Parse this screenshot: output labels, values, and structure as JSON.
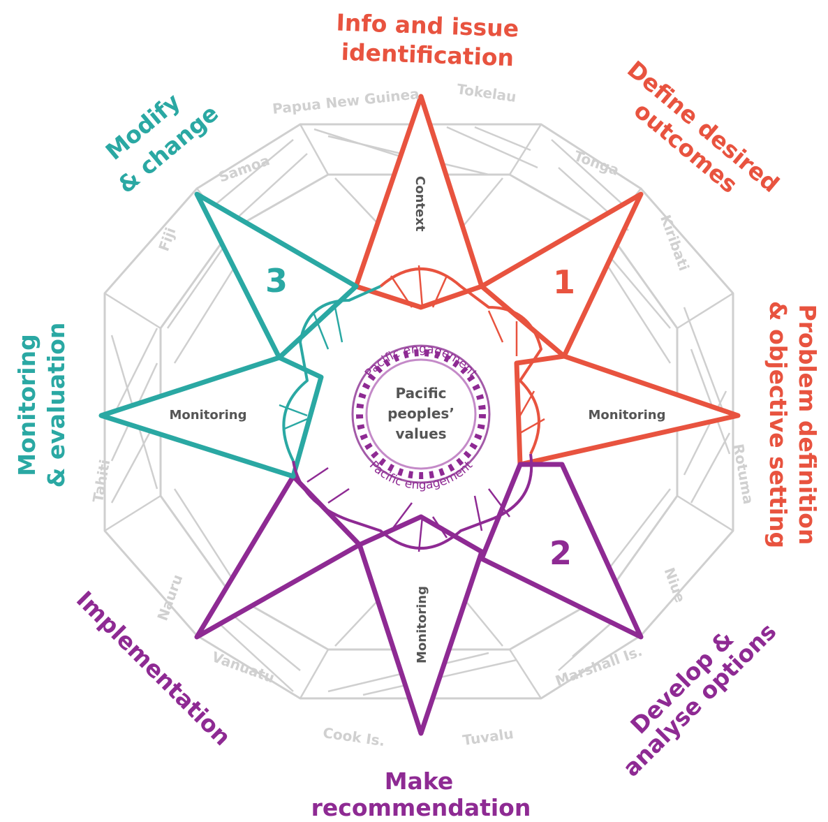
{
  "colors": {
    "red": "#e8533f",
    "purple": "#8e2a93",
    "teal": "#2aa8a3",
    "grey": "#cfcfcf",
    "text_dark": "#555555"
  },
  "stages": {
    "top": [
      "Info and issue",
      "identification"
    ],
    "top_right": [
      "Define desired",
      "outcomes"
    ],
    "right": [
      "Problem definition",
      "& objective setting"
    ],
    "bottom_right": [
      "Develop &",
      "analyse options"
    ],
    "bottom": [
      "Make",
      "recommendation"
    ],
    "bottom_left": [
      "Implementation"
    ],
    "left": [
      "Monitoring",
      "& evaluation"
    ],
    "top_left": [
      "Modify",
      "& change"
    ]
  },
  "inner_labels": {
    "context": "Context",
    "monitoring_right": "Monitoring",
    "monitoring_bottom": "Monitoring",
    "monitoring_left": "Monitoring"
  },
  "numbers": {
    "one": "1",
    "two": "2",
    "three": "3"
  },
  "center": {
    "line1": "Pacific",
    "line2": "peoples’",
    "line3": "values",
    "engagement_top": "Pacific engagement",
    "engagement_bottom": "Pacific engagement"
  },
  "countries": {
    "papua_new_guinea": "Papua New Guinea",
    "tokelau": "Tokelau",
    "tonga": "Tonga",
    "kiribati": "Kiribati",
    "rotuma": "Rotuma",
    "niue": "Niue",
    "marshall": "Marshall Is.",
    "tuvalu": "Tuvalu",
    "cook": "Cook Is.",
    "vanuatu": "Vanuatu",
    "nauru": "Nauru",
    "tahiti": "Tahiti",
    "fiji": "Fiji",
    "samoa": "Samoa"
  }
}
